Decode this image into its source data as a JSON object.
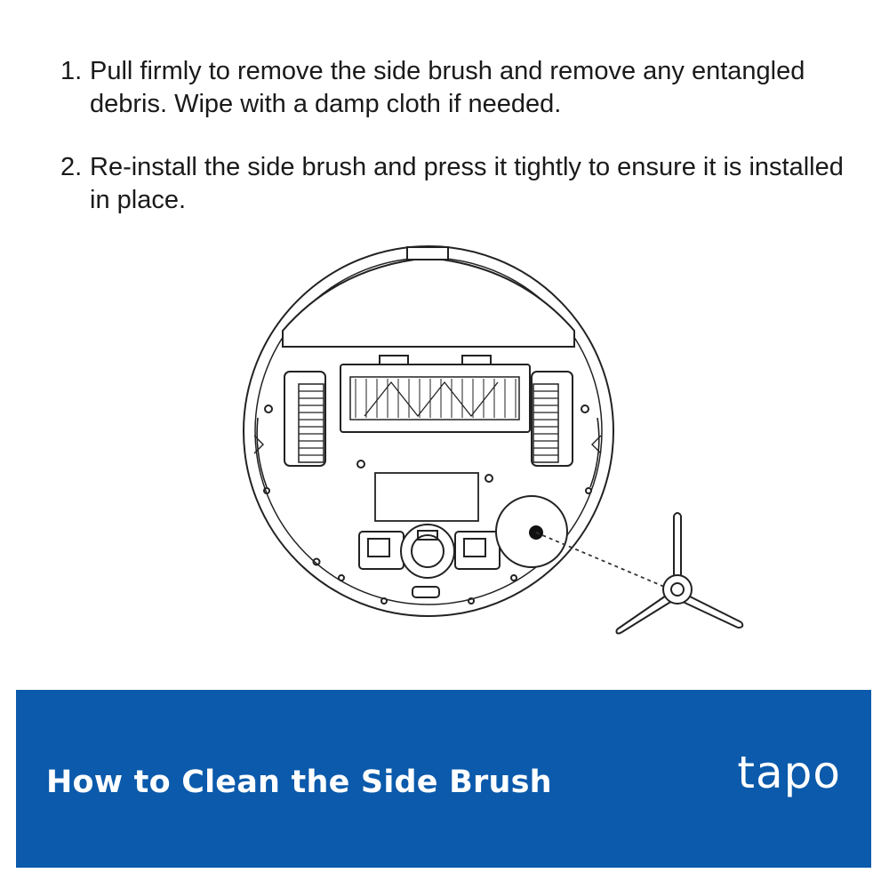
{
  "steps": [
    {
      "number": "1.",
      "text": "Pull firmly to remove the side brush and remove any entangled debris. Wipe with a damp cloth if needed."
    },
    {
      "number": "2.",
      "text": "Re-install the side brush and press it tightly to ensure it is installed in place."
    }
  ],
  "banner": {
    "title": "How to Clean the Side Brush",
    "brand": "tapo",
    "background_color": "#0b5aab"
  }
}
